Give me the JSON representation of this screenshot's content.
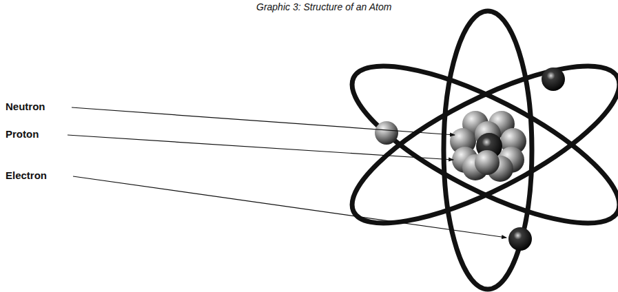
{
  "diagram": {
    "title": "Graphic 3: Structure of an Atom",
    "labels": [
      "Neutron",
      "Proton",
      "Electron"
    ]
  }
}
